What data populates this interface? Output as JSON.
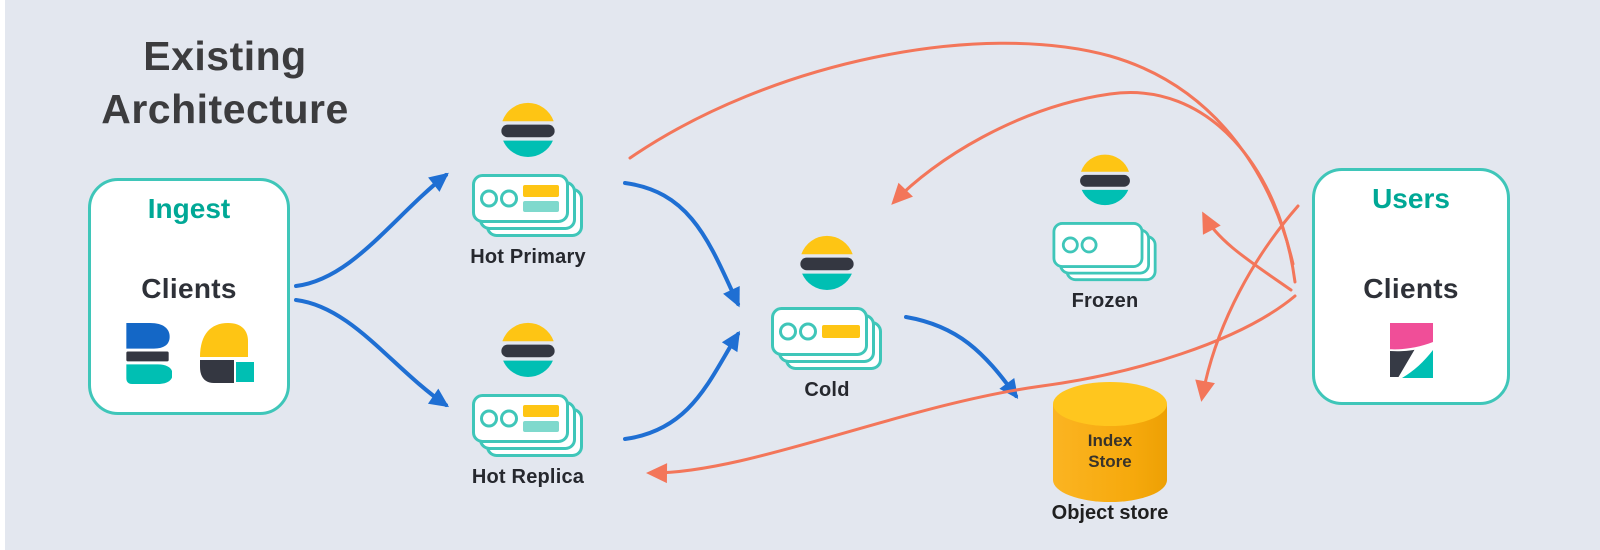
{
  "title": {
    "line1": "Existing",
    "line2": "Architecture"
  },
  "ingest_box": {
    "heading": "Ingest",
    "label": "Clients",
    "icons": [
      "beats-logo",
      "logstash-logo"
    ]
  },
  "users_box": {
    "heading": "Users",
    "label": "Clients",
    "icons": [
      "kibana-logo"
    ]
  },
  "nodes": [
    {
      "id": "hot-primary",
      "label": "Hot Primary",
      "icon": "elasticsearch-logo",
      "card_style": "two-bars"
    },
    {
      "id": "hot-replica",
      "label": "Hot Replica",
      "icon": "elasticsearch-logo",
      "card_style": "two-bars"
    },
    {
      "id": "cold",
      "label": "Cold",
      "icon": "elasticsearch-logo",
      "card_style": "one-bar"
    },
    {
      "id": "frozen",
      "label": "Frozen",
      "icon": "elasticsearch-logo",
      "card_style": "no-bars"
    }
  ],
  "object_store": {
    "cylinder_line1": "Index",
    "cylinder_line2": "Store",
    "caption": "Object store",
    "icon": "database-cylinder"
  },
  "edges": [
    {
      "id": "ingest-to-hot-primary",
      "from": "ingest-clients",
      "to": "hot-primary",
      "color": "blue"
    },
    {
      "id": "ingest-to-hot-replica",
      "from": "ingest-clients",
      "to": "hot-replica",
      "color": "blue"
    },
    {
      "id": "hot-primary-to-cold",
      "from": "hot-primary",
      "to": "cold",
      "color": "blue"
    },
    {
      "id": "hot-replica-to-cold",
      "from": "hot-replica",
      "to": "cold",
      "color": "blue"
    },
    {
      "id": "cold-to-object-store",
      "from": "cold",
      "to": "object-store",
      "color": "blue"
    },
    {
      "id": "users-to-hot-primary",
      "from": "users-clients",
      "to": "hot-primary",
      "color": "orange"
    },
    {
      "id": "users-to-cold",
      "from": "users-clients",
      "to": "cold",
      "color": "orange"
    },
    {
      "id": "users-to-frozen",
      "from": "users-clients",
      "to": "frozen",
      "color": "orange"
    },
    {
      "id": "users-to-object-store",
      "from": "users-clients",
      "to": "object-store",
      "color": "orange"
    },
    {
      "id": "users-to-hot-replica",
      "from": "users-clients",
      "to": "hot-replica",
      "color": "orange"
    }
  ],
  "colors": {
    "background": "#E3E7EF",
    "ingest_flow_blue": "#1F6FD3",
    "search_flow_orange": "#F3765A",
    "box_border_teal": "#3FC6B9",
    "heading_teal": "#00A896",
    "elastic_yellow": "#FEC514",
    "elastic_dark": "#343741",
    "elastic_teal": "#00BFB3",
    "kibana_pink": "#F04E98",
    "beats_blue": "#1467C6",
    "store_orange_top": "#FFC61E",
    "store_orange_body": "#F6A90C"
  }
}
